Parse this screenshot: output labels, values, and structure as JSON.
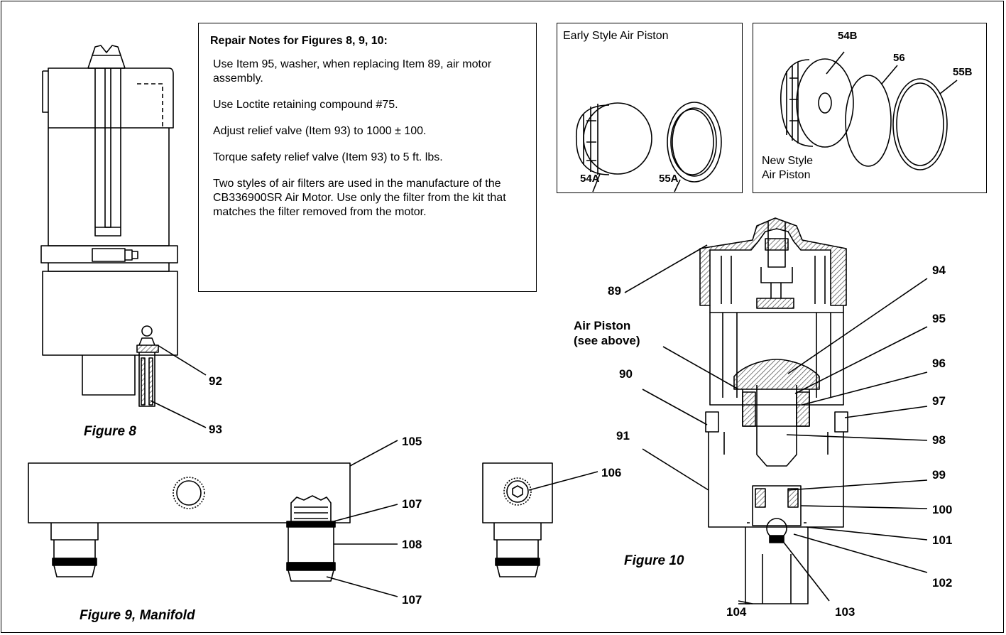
{
  "notes": {
    "title": "Repair Notes for Figures 8, 9, 10:",
    "items": [
      "Use Item 95, washer, when replacing Item 89, air motor assembly.",
      "Use Loctite retaining compound #75.",
      "Adjust relief valve (Item 93) to 1000 ± 100.",
      "Torque safety relief valve (Item 93) to 5 ft. lbs.",
      "Two styles of air filters are used in the manufacture of the CB336900SR Air Motor. Use only the filter from the kit that matches the filter removed from the motor."
    ]
  },
  "early_piston": {
    "title": "Early Style Air Piston",
    "labels": [
      "54A",
      "55A"
    ]
  },
  "new_piston": {
    "title_line1": "New Style",
    "title_line2": "Air Piston",
    "labels": [
      "54B",
      "56",
      "55B"
    ]
  },
  "figure8": {
    "caption": "Figure 8",
    "labels": [
      "92",
      "93"
    ]
  },
  "figure9": {
    "caption": "Figure 9, Manifold",
    "labels": [
      "105",
      "107",
      "108",
      "107",
      "106"
    ]
  },
  "figure10": {
    "caption": "Figure 10",
    "air_piston_line1": "Air Piston",
    "air_piston_line2": "(see above)",
    "labels": [
      "89",
      "90",
      "91",
      "94",
      "95",
      "96",
      "97",
      "98",
      "99",
      "100",
      "101",
      "102",
      "103",
      "104"
    ]
  },
  "colors": {
    "line": "#000000",
    "background": "#ffffff",
    "hatch": "#444444"
  }
}
